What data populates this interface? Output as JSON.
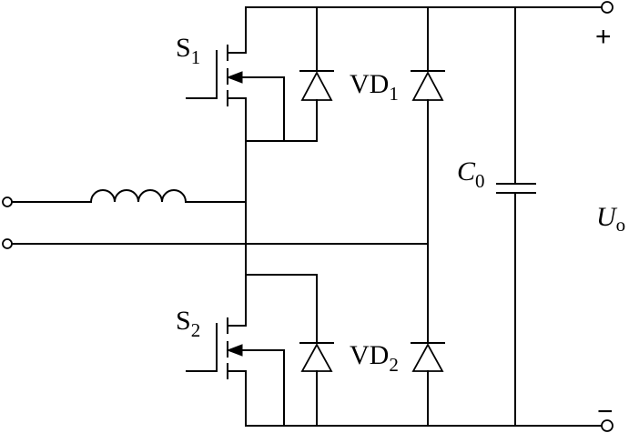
{
  "labels": {
    "s1": {
      "main": "S",
      "sub": "1"
    },
    "s2": {
      "main": "S",
      "sub": "2"
    },
    "vd1": {
      "main": "VD",
      "sub": "1"
    },
    "vd2": {
      "main": "VD",
      "sub": "2"
    },
    "c0": {
      "main": "C",
      "sub": "0"
    },
    "uo": {
      "main": "U",
      "sub": "o"
    }
  },
  "polarity": {
    "plus": "+",
    "minus": "−"
  }
}
